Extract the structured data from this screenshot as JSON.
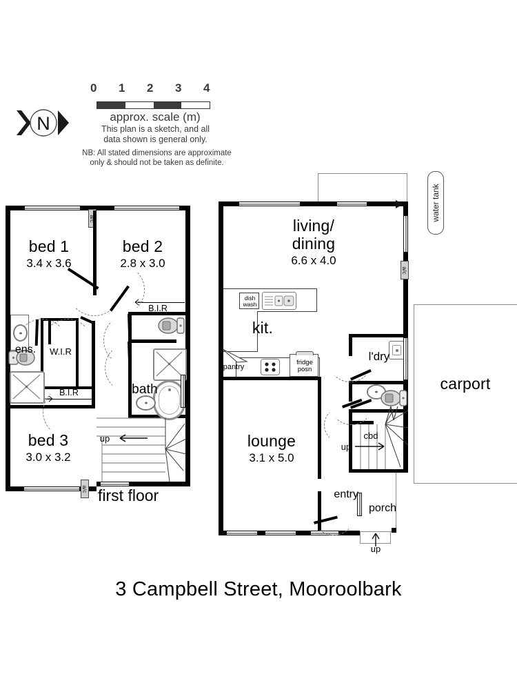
{
  "title": "3 Campbell Street, Mooroolbark",
  "legend": {
    "compass_letter": "N",
    "scale_ticks": [
      "0",
      "1",
      "2",
      "3",
      "4"
    ],
    "scale_caption": "approx. scale (m)",
    "note_line1": "This plan is a sketch, and all",
    "note_line2": "data shown is general only.",
    "note_line3": "NB: All stated dimensions are approximate",
    "note_line4": "only & should not be taken as definite."
  },
  "first_floor": {
    "label": "first floor",
    "rooms": [
      {
        "name": "bed 1",
        "dim": "3.4 x 3.6"
      },
      {
        "name": "bed 2",
        "dim": "2.8 x 3.0"
      },
      {
        "name": "bed 3",
        "dim": "3.0 x 3.2"
      },
      {
        "name": "bath",
        "dim": ""
      }
    ],
    "small_labels": {
      "ens": "ens.",
      "wir": "W.I.R",
      "bir_left": "B.I.R",
      "bir_right": "B.I.R",
      "up": "up",
      "ac_top": "a/c",
      "ac_bottom": "a/c"
    }
  },
  "ground_floor": {
    "rooms": [
      {
        "name": "living/",
        "name2": "dining",
        "dim": "6.6 x 4.0"
      },
      {
        "name": "kit.",
        "dim": ""
      },
      {
        "name": "lounge",
        "dim": "3.1 x 5.0"
      }
    ],
    "small_labels": {
      "ldry": "l'dry",
      "cbd": "cbd",
      "entry": "entry",
      "porch": "porch",
      "carport": "carport",
      "water_tank": "water tank",
      "pantry": "pantry",
      "fridge": "fridge",
      "fridge2": "posn",
      "dish": "dish",
      "dish2": "wash",
      "up_stair": "up",
      "up_porch": "up",
      "ac_right": "a/c"
    }
  },
  "colors": {
    "wall": "#000000",
    "fixture_outline": "#7a7a7a",
    "hairline": "#8d8d8d",
    "ac_fill": "#cfcfcf"
  }
}
